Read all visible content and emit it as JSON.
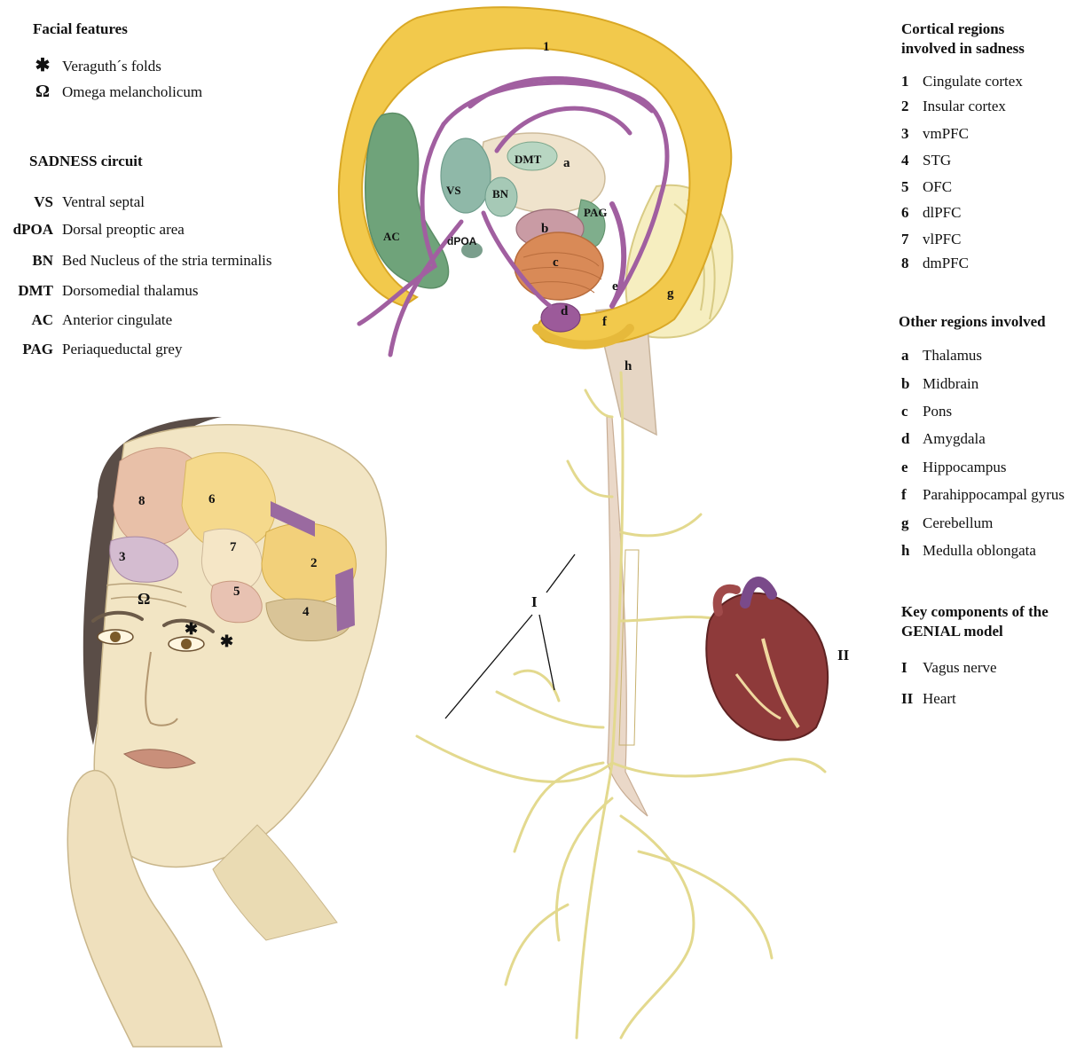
{
  "facial_features": {
    "title": "Facial features",
    "items": [
      {
        "symbol": "✱",
        "label": "Veraguth´s folds"
      },
      {
        "symbol": "Ω",
        "label": "Omega melancholicum"
      }
    ]
  },
  "sadness_circuit": {
    "title": "SADNESS circuit",
    "items": [
      {
        "abbr": "VS",
        "label": "Ventral septal"
      },
      {
        "abbr": "dPOA",
        "label": "Dorsal preoptic area"
      },
      {
        "abbr": "BN",
        "label": "Bed Nucleus of the stria terminalis"
      },
      {
        "abbr": "DMT",
        "label": "Dorsomedial thalamus"
      },
      {
        "abbr": "AC",
        "label": "Anterior cingulate"
      },
      {
        "abbr": "PAG",
        "label": "Periaqueductal grey"
      }
    ]
  },
  "cortical_regions": {
    "title_line1": "Cortical regions",
    "title_line2": "involved in sadness",
    "items": [
      {
        "key": "1",
        "label": "Cingulate cortex"
      },
      {
        "key": "2",
        "label": "Insular cortex"
      },
      {
        "key": "3",
        "label": "vmPFC"
      },
      {
        "key": "4",
        "label": "STG"
      },
      {
        "key": "5",
        "label": "OFC"
      },
      {
        "key": "6",
        "label": "dlPFC"
      },
      {
        "key": "7",
        "label": "vlPFC"
      },
      {
        "key": "8",
        "label": "dmPFC"
      }
    ]
  },
  "other_regions": {
    "title": "Other regions involved",
    "items": [
      {
        "key": "a",
        "label": "Thalamus"
      },
      {
        "key": "b",
        "label": "Midbrain"
      },
      {
        "key": "c",
        "label": "Pons"
      },
      {
        "key": "d",
        "label": "Amygdala"
      },
      {
        "key": "e",
        "label": "Hippocampus"
      },
      {
        "key": "f",
        "label": "Parahippocampal gyrus"
      },
      {
        "key": "g",
        "label": "Cerebellum"
      },
      {
        "key": "h",
        "label": "Medulla oblongata"
      }
    ]
  },
  "genial_model": {
    "title_line1": "Key components of the",
    "title_line2": "GENIAL model",
    "items": [
      {
        "key": "I",
        "label": "Vagus nerve"
      },
      {
        "key": "II",
        "label": "Heart"
      }
    ]
  },
  "diagram_labels": {
    "cingulate": "1",
    "insula": "2",
    "vmpfc": "3",
    "stg": "4",
    "ofc": "5",
    "dlpfc": "6",
    "vlpfc": "7",
    "dmpfc": "8",
    "thalamus": "a",
    "midbrain": "b",
    "pons": "c",
    "amygdala": "d",
    "hippocampus": "e",
    "parahippocampal": "f",
    "cerebellum": "g",
    "medulla": "h",
    "vs": "VS",
    "bn": "BN",
    "dmt": "DMT",
    "pag": "PAG",
    "dpoa": "dPOA",
    "ac": "AC",
    "omega": "Ω",
    "fold_star": "✱",
    "vagus": "I",
    "heart": "II"
  },
  "colors": {
    "cingulate_yellow": "#f2c94c",
    "circuit_green": "#6fa37a",
    "fornix_purple": "#a15fa0",
    "nerve_cream": "#ece3a0",
    "heart_red": "#8e3a3a"
  }
}
